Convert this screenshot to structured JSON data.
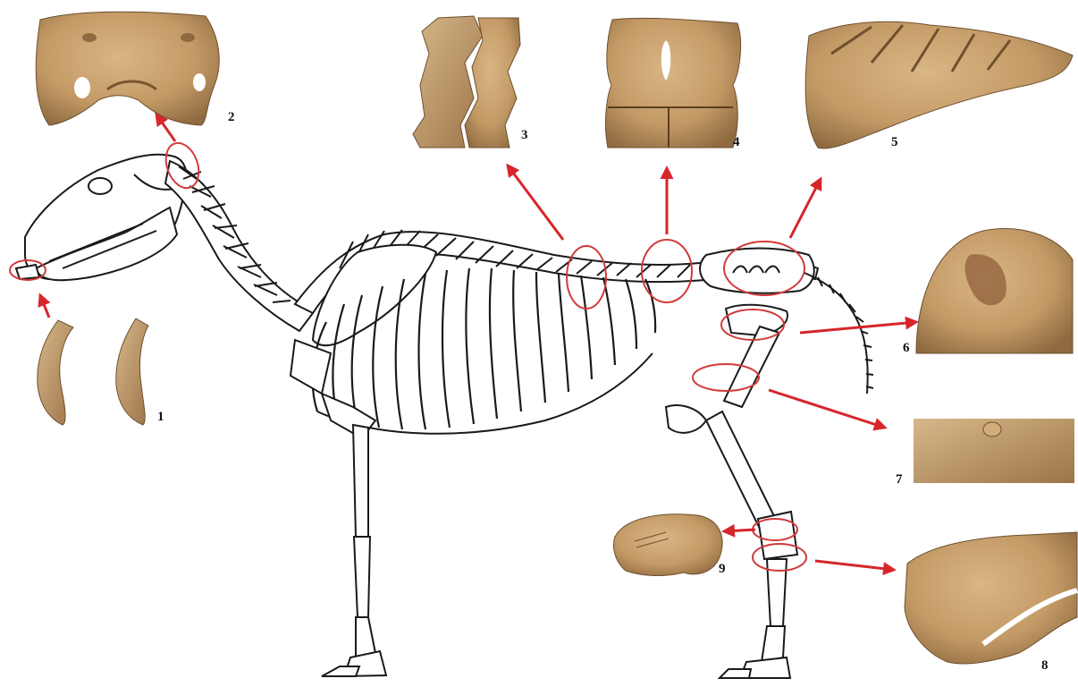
{
  "labels": {
    "l1": "1",
    "l2": "2",
    "l3": "3",
    "l4": "4",
    "l5": "5",
    "l6": "6",
    "l7": "7",
    "l8": "8",
    "l9": "9"
  },
  "colors": {
    "highlight": "#d23a3a",
    "arrow": "#d6262b",
    "bone_photo": "#c39a66",
    "bone_photo_dark": "#8f6a40",
    "ink": "#1a1a1a"
  }
}
